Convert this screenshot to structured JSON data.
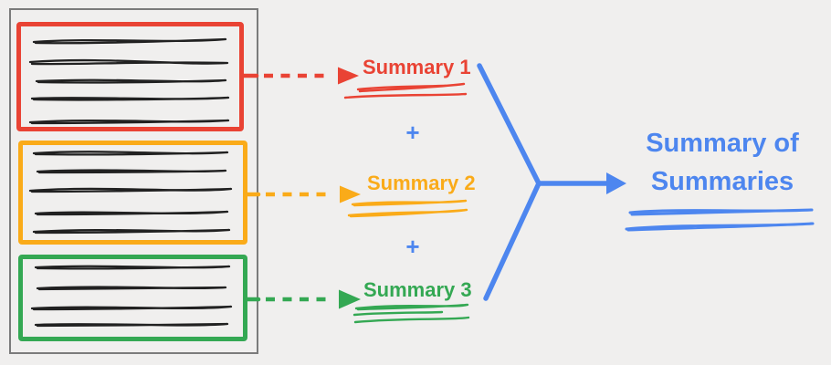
{
  "colors": {
    "background": "#f0efee",
    "ink": "#212121",
    "document_border": "#7b7b7b",
    "red": "#e94334",
    "orange": "#faab19",
    "green": "#34a853",
    "blue": "#4d86ef"
  },
  "source_document": {
    "sections": [
      {
        "name": "section-1",
        "color_key": "red",
        "text_line_count": 5
      },
      {
        "name": "section-2",
        "color_key": "orange",
        "text_line_count": 5
      },
      {
        "name": "section-3",
        "color_key": "green",
        "text_line_count": 4
      }
    ]
  },
  "summaries": [
    {
      "label": "Summary 1",
      "color_key": "red"
    },
    {
      "label": "Summary 2",
      "color_key": "orange"
    },
    {
      "label": "Summary 3",
      "color_key": "green"
    }
  ],
  "operators": {
    "plus": "+"
  },
  "result": {
    "title": "Summary of Summaries"
  }
}
